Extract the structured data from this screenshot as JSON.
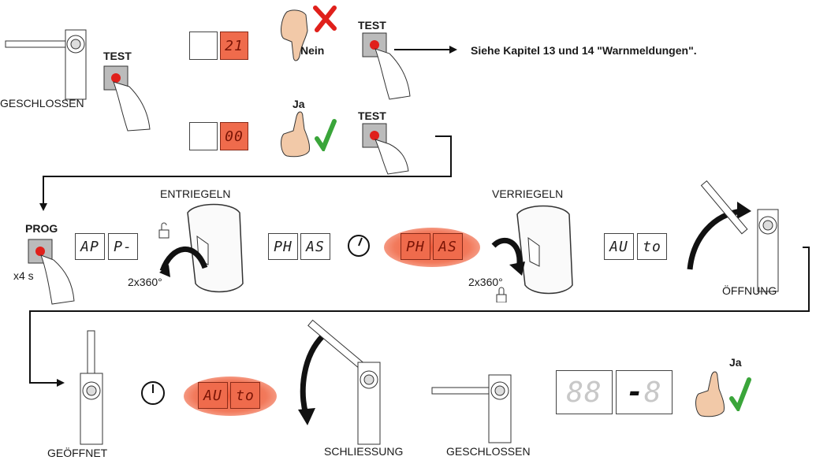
{
  "labels": {
    "test": "TEST",
    "geschlossen": "GESCHLOSSEN",
    "nein": "Nein",
    "ja": "Ja",
    "kapitel": "Siehe Kapitel 13 und 14 \"Warnmeldungen\".",
    "prog": "PROG",
    "x4s": "x4 s",
    "entriegeln": "ENTRIEGELN",
    "verriegeln": "VERRIEGELN",
    "turns": "2x360°",
    "oeffnung": "ÖFFNUNG",
    "geoeffnet": "GEÖFFNET",
    "schliessung": "SCHLIESSUNG"
  },
  "displays": {
    "code_error": "21",
    "code_ok": "00",
    "ap": "AP",
    "p": "P-",
    "ph": "PH",
    "as": "AS",
    "au": "AU",
    "to": "to",
    "dash": "-"
  },
  "colors": {
    "led_red": "#ef6b4c",
    "check_green": "#3aa53a",
    "cross_red": "#e0201b"
  }
}
